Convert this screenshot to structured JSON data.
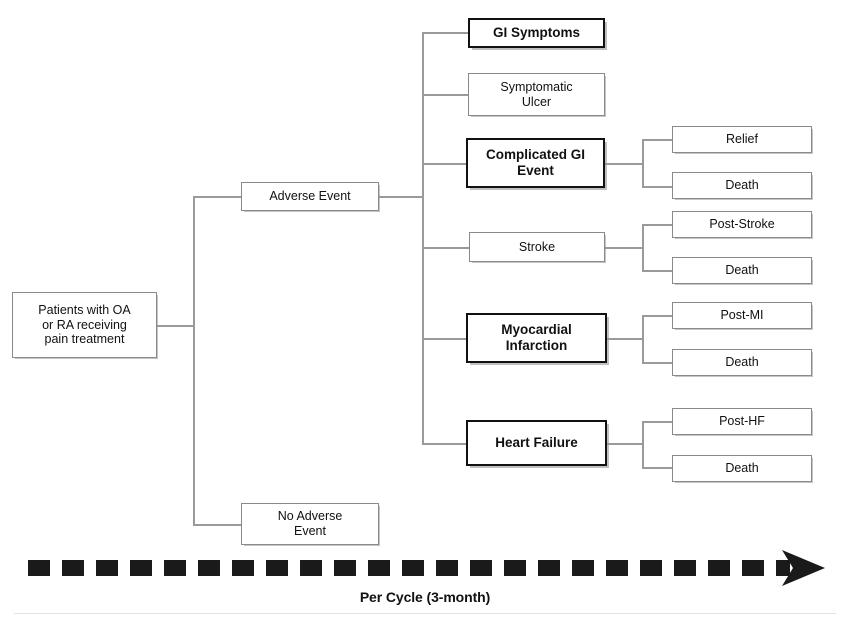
{
  "diagram": {
    "type": "decision-tree",
    "root": {
      "label": "Patients with OA\nor RA receiving\npain treatment",
      "emphasis": false
    },
    "level1": [
      {
        "label": "Adverse Event",
        "emphasis": false
      },
      {
        "label": "No Adverse\nEvent",
        "emphasis": false
      }
    ],
    "level2": [
      {
        "label": "GI Symptoms",
        "emphasis": true
      },
      {
        "label": "Symptomatic\nUlcer",
        "emphasis": false
      },
      {
        "label": "Complicated GI\nEvent",
        "emphasis": true
      },
      {
        "label": "Stroke",
        "emphasis": false
      },
      {
        "label": "Myocardial\nInfarction",
        "emphasis": true
      },
      {
        "label": "Heart Failure",
        "emphasis": true
      }
    ],
    "level3": [
      {
        "parent": "Complicated GI Event",
        "outcomes": [
          "Relief",
          "Death"
        ]
      },
      {
        "parent": "Stroke",
        "outcomes": [
          "Post-Stroke",
          "Death"
        ]
      },
      {
        "parent": "Myocardial Infarction",
        "outcomes": [
          "Post-MI",
          "Death"
        ]
      },
      {
        "parent": "Heart Failure",
        "outcomes": [
          "Post-HF",
          "Death"
        ]
      }
    ],
    "timeline": {
      "caption": "Per Cycle (3-month)",
      "style": "dashed-arrow-right"
    },
    "colors": {
      "line": "#9a9a9a",
      "box_border_thin": "#8a8a8a",
      "box_border_thick": "#111111",
      "text": "#111111",
      "background": "#ffffff",
      "arrow": "#1a1a1a",
      "rule": "#e3e3e3"
    }
  }
}
